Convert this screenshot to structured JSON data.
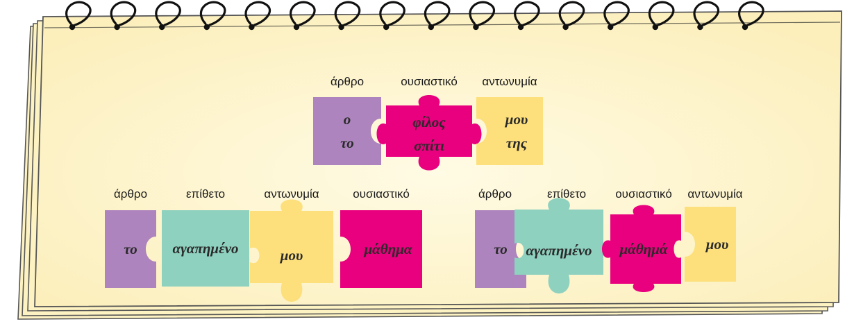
{
  "colors": {
    "paper": "#fdf2c2",
    "paper_edge": "#555555",
    "ring": "#111111",
    "article": "#ad84bd",
    "noun": "#e8007e",
    "pronoun": "#fde07c",
    "adjective": "#8ed1bf",
    "word_text": "#2a2a2a"
  },
  "notebook": {
    "ring_count": 16
  },
  "groups": [
    {
      "id": "top",
      "pieces": [
        {
          "header": "άρθρο",
          "words": [
            "ο",
            "το"
          ],
          "color": "article"
        },
        {
          "header": "ουσιαστικό",
          "words": [
            "φίλος",
            "σπίτι"
          ],
          "color": "noun"
        },
        {
          "header": "αντωνυμία",
          "words": [
            "μου",
            "της"
          ],
          "color": "pronoun"
        }
      ]
    },
    {
      "id": "bottom-left",
      "pieces": [
        {
          "header": "άρθρο",
          "words": [
            "το"
          ],
          "color": "article"
        },
        {
          "header": "επίθετο",
          "words": [
            "αγαπημένο"
          ],
          "color": "adjective"
        },
        {
          "header": "αντωνυμία",
          "words": [
            "μου"
          ],
          "color": "pronoun"
        },
        {
          "header": "ουσιαστικό",
          "words": [
            "μάθημα"
          ],
          "color": "noun"
        }
      ]
    },
    {
      "id": "bottom-right",
      "pieces": [
        {
          "header": "άρθρο",
          "words": [
            "το"
          ],
          "color": "article"
        },
        {
          "header": "επίθετο",
          "words": [
            "αγαπημένο"
          ],
          "color": "adjective"
        },
        {
          "header": "ουσιαστικό",
          "words": [
            "μάθημά"
          ],
          "color": "noun"
        },
        {
          "header": "αντωνυμία",
          "words": [
            "μου"
          ],
          "color": "pronoun"
        }
      ]
    }
  ]
}
